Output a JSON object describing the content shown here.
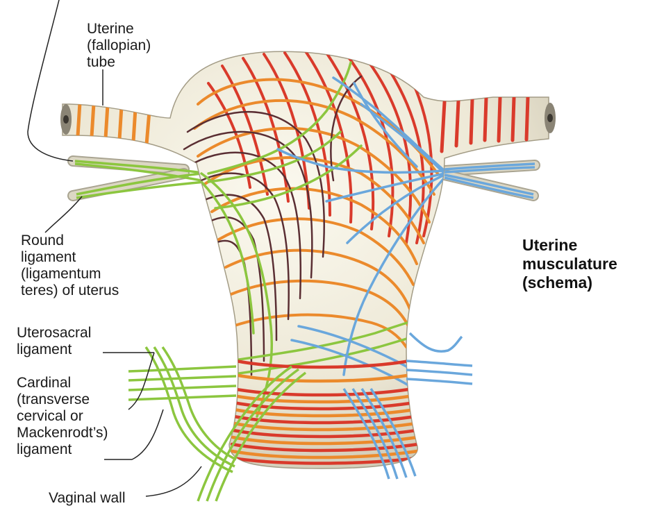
{
  "title": "Uterine\nmusculature\n(schema)",
  "labels": {
    "tube": "Uterine\n(fallopian)\ntube",
    "round": "Round\nligament\n(ligamentum\nteres) of uterus",
    "uterosacral": "Uterosacral\nligament",
    "cardinal": "Cardinal\n(transverse\ncervical or\nMackenrodt’s)\nligament",
    "vaginal": "Vaginal wall"
  },
  "colors": {
    "background": "#ffffff",
    "uterus_body": "#ede8d6",
    "fiber_red": "#d93a2b",
    "fiber_orange": "#eb8a2c",
    "fiber_dark": "#5a2e33",
    "fiber_green": "#8cc63f",
    "fiber_blue": "#6aa7dc",
    "leader_line": "#222222"
  }
}
